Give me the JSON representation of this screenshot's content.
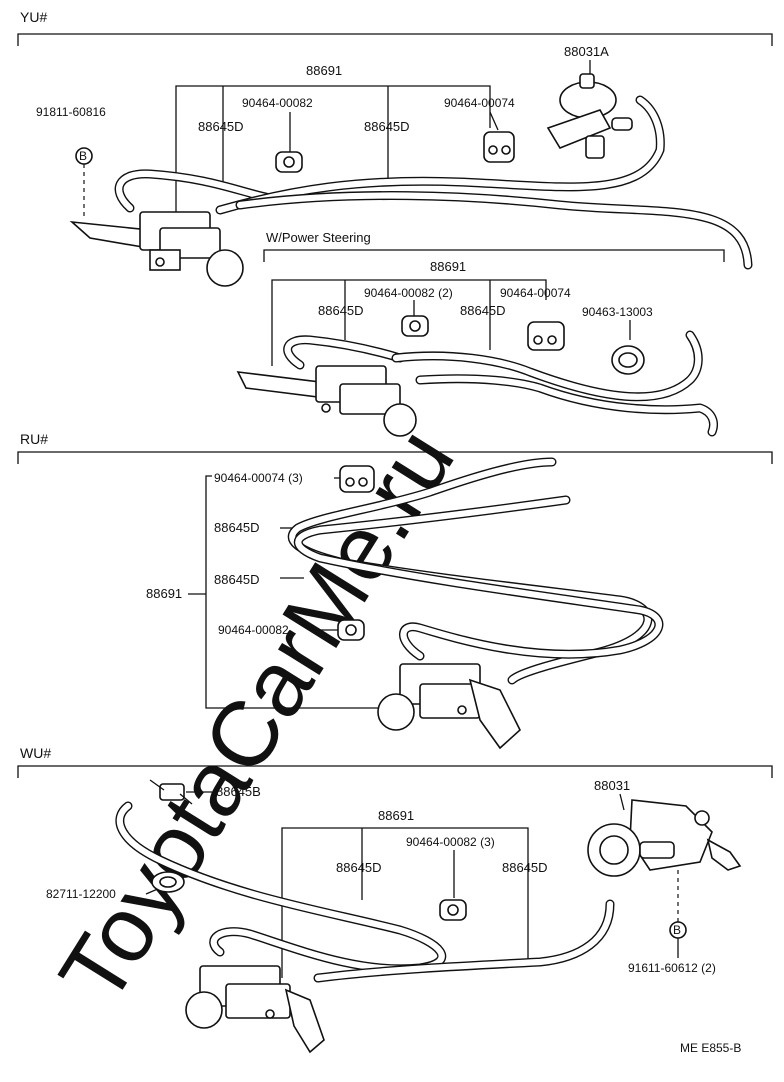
{
  "watermark": "ToyotaCarMe.ru",
  "drawing_code": "ME E855-B",
  "sections": {
    "yu": {
      "title": "YU#",
      "labels": {
        "p88031A": "88031A",
        "p91811_60816": "91811-60816",
        "p88691": "88691",
        "p90464_00082": "90464-00082",
        "p90464_00074": "90464-00074",
        "p88645D_a": "88645D",
        "p88645D_b": "88645D",
        "bolt": "B"
      },
      "power_steering": {
        "title": "W/Power Steering",
        "labels": {
          "p88691": "88691",
          "p90464_00082": "90464-00082 (2)",
          "p90464_00074": "90464-00074",
          "p90463_13003": "90463-13003",
          "p88645D_a": "88645D",
          "p88645D_b": "88645D"
        }
      }
    },
    "ru": {
      "title": "RU#",
      "labels": {
        "p88691": "88691",
        "p90464_00074": "90464-00074 (3)",
        "p88645D_a": "88645D",
        "p88645D_b": "88645D",
        "p90464_00082": "90464-00082"
      }
    },
    "wu": {
      "title": "WU#",
      "labels": {
        "p88645B": "88645B",
        "p82711_12200": "82711-12200",
        "p88691": "88691",
        "p90464_00082": "90464-00082 (3)",
        "p88645D_a": "88645D",
        "p88645D_b": "88645D",
        "p88031": "88031",
        "p91611_60612": "91611-60612 (2)",
        "bolt": "B"
      }
    }
  }
}
